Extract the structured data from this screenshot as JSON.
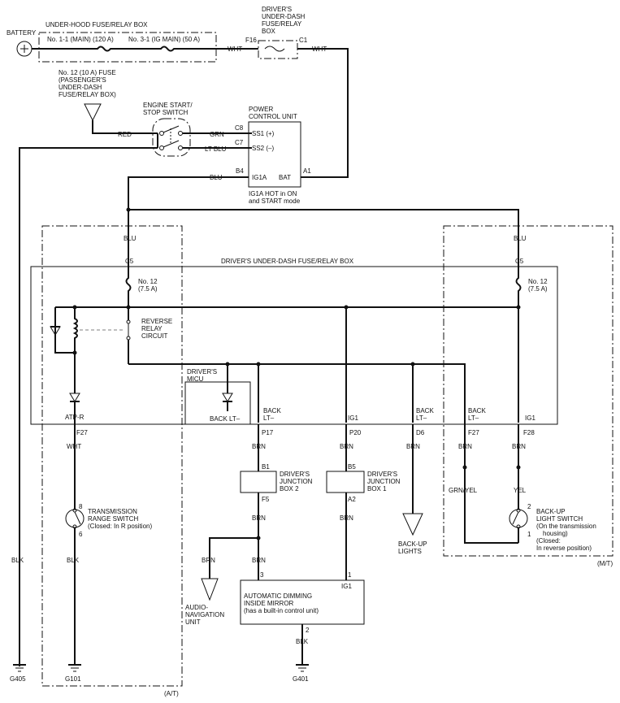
{
  "top": {
    "battery": "BATTERY",
    "underhood_title": "UNDER-HOOD FUSE/RELAY BOX",
    "fuse_main": "No. 1-1 (MAIN) (120 A)",
    "fuse_ig_main": "No. 3-1 (IG MAIN) (50 A)",
    "wht1": "WHT",
    "wht2": "WHT",
    "driver_box": [
      "DRIVER'S",
      "UNDER-DASH",
      "FUSE/RELAY",
      "BOX"
    ],
    "f16": "F16",
    "c1": "C1",
    "fuse12_src": [
      "No. 12 (10 A) FUSE",
      "(PASSENGER'S",
      "UNDER-DASH",
      "FUSE/RELAY BOX)"
    ],
    "red": "RED",
    "engine_switch": [
      "ENGINE START/",
      "STOP SWITCH"
    ],
    "grn": "GRN",
    "ltblu": "LT BLU",
    "pcu_title": [
      "POWER",
      "CONTROL UNIT"
    ],
    "c8": "C8",
    "c7": "C7",
    "ss1": "SS1 (+)",
    "ss2": "SS2 (–)",
    "blu_b4": "BLU",
    "b4": "B4",
    "ig1a": "IG1A",
    "bat": "BAT",
    "a1": "A1",
    "ig1a_note": [
      "IG1A HOT in ON",
      "and START mode"
    ]
  },
  "fusebox": {
    "title": "DRIVER'S UNDER-DASH FUSE/RELAY BOX",
    "blu_left": "BLU",
    "blu_right": "BLU",
    "c5_left": "C5",
    "c5_right": "C5",
    "fuse_left": [
      "No. 12",
      "(7.5 A)"
    ],
    "fuse_right": [
      "No. 12",
      "(7.5 A)"
    ],
    "reverse_relay": [
      "REVERSE",
      "RELAY",
      "CIRCUIT"
    ],
    "micu": [
      "DRIVER'S",
      "MICU"
    ],
    "micu_back": "BACK LT–",
    "atp_r": "ATP-R",
    "back_lt_p17": [
      "BACK",
      "LT–"
    ],
    "ig1_p20": "IG1",
    "back_lt_d6": [
      "BACK",
      "LT–"
    ],
    "back_lt_f27": [
      "BACK",
      "LT–"
    ],
    "ig1_f28": "IG1"
  },
  "lower": {
    "f27_left": "F27",
    "p17": "P17",
    "p20": "P20",
    "d6": "D6",
    "f27_right": "F27",
    "f28": "F28",
    "wht": "WHT",
    "brn_p17": "BRN",
    "brn_p20": "BRN",
    "brn_d6": "BRN",
    "brn_f27": "BRN",
    "brn_f28": "BRN",
    "b1": "B1",
    "f5": "F5",
    "jb2": [
      "DRIVER'S",
      "JUNCTION",
      "BOX 2"
    ],
    "b5": "B5",
    "a2": "A2",
    "jb1": [
      "DRIVER'S",
      "JUNCTION",
      "BOX 1"
    ],
    "brn_f5": "BRN",
    "brn_a2": "BRN",
    "grn_yel": "GRN/YEL",
    "yel": "YEL",
    "backup_lights": [
      "BACK-UP",
      "LIGHTS"
    ],
    "trs_8": "8",
    "trs_6": "6",
    "trs": [
      "TRANSMISSION",
      "RANGE SWITCH",
      "(Closed: In R position)"
    ],
    "bls_2": "2",
    "bls_1": "1",
    "bls": [
      "BACK-UP",
      "LIGHT SWITCH",
      "(On the transmission",
      "housing)",
      "(Closed:",
      "In reverse position)"
    ],
    "mt": "(M/T)",
    "at": "(A/T)",
    "blk_left": "BLK",
    "blk_trs": "BLK",
    "brn_av": "BRN",
    "brn_mirror": "BRN",
    "pin3": "3",
    "pin1": "1",
    "ig1_mirror": "IG1",
    "mirror": [
      "AUTOMATIC DIMMING",
      "INSIDE MIRROR",
      "(has a built-in control unit)"
    ],
    "audio_nav": [
      "AUDIO-",
      "NAVIGATION",
      "UNIT"
    ],
    "pin2": "2",
    "blk_g401": "BLK",
    "g405": "G405",
    "g101": "G101",
    "g401": "G401"
  }
}
